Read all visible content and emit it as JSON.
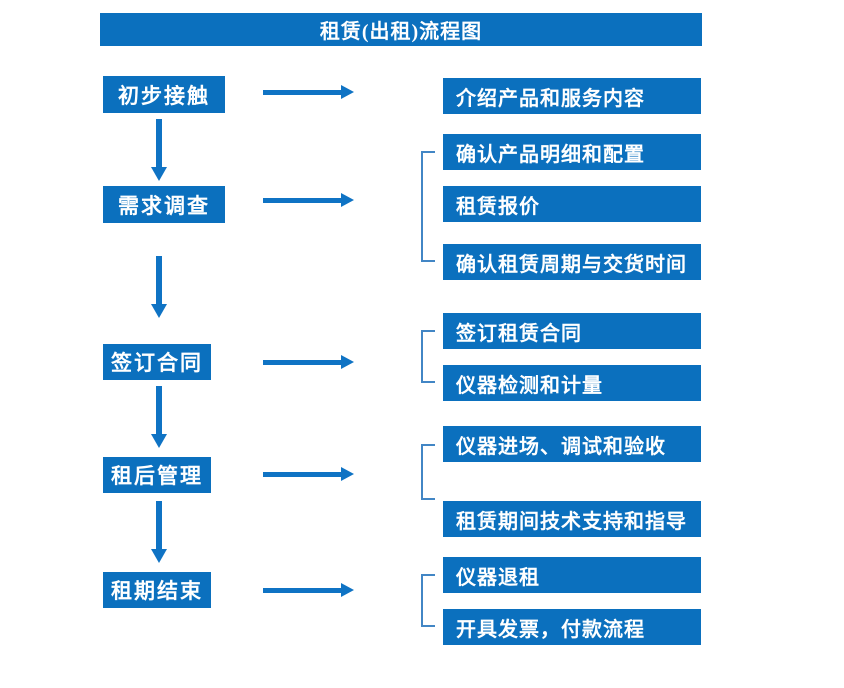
{
  "title": "租赁(出租)流程图",
  "colors": {
    "primary": "#0b70be",
    "arrow": "#0f73c4",
    "bracket": "#4286c5",
    "text_on_primary": "#ffffff",
    "page_bg": "#ffffff"
  },
  "steps": [
    {
      "label": "初步接触",
      "outputs": [
        "介绍产品和服务内容"
      ]
    },
    {
      "label": "需求调查",
      "outputs": [
        "确认产品明细和配置",
        "租赁报价",
        "确认租赁周期与交货时间"
      ]
    },
    {
      "label": "签订合同",
      "outputs": [
        "签订租赁合同",
        "仪器检测和计量"
      ]
    },
    {
      "label": "租后管理",
      "outputs": [
        "仪器进场、调试和验收",
        "租赁期间技术支持和指导"
      ]
    },
    {
      "label": "租期结束",
      "outputs": [
        "仪器退租",
        "开具发票，付款流程"
      ]
    }
  ]
}
